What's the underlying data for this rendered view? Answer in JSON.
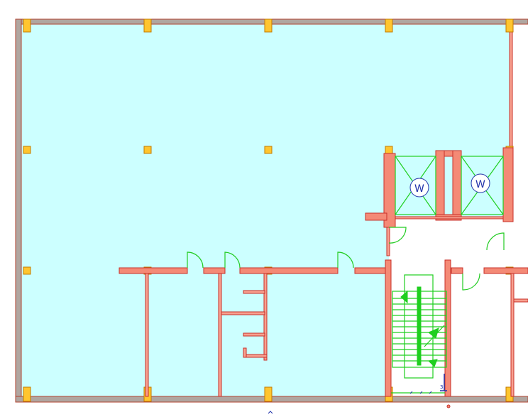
{
  "plan": {
    "colors": {
      "room_fill": "#ccffff",
      "wall_fill": "#f48a76",
      "wall_stroke": "#c8302a",
      "exterior_wall": "#b0a6a0",
      "column_fill": "#ffc52e",
      "stair_green": "#1fcf1f",
      "symbol_blue": "#2233aa"
    },
    "symbols": {
      "wc_left": "W",
      "wc_right": "W",
      "stair_number": "3"
    }
  }
}
